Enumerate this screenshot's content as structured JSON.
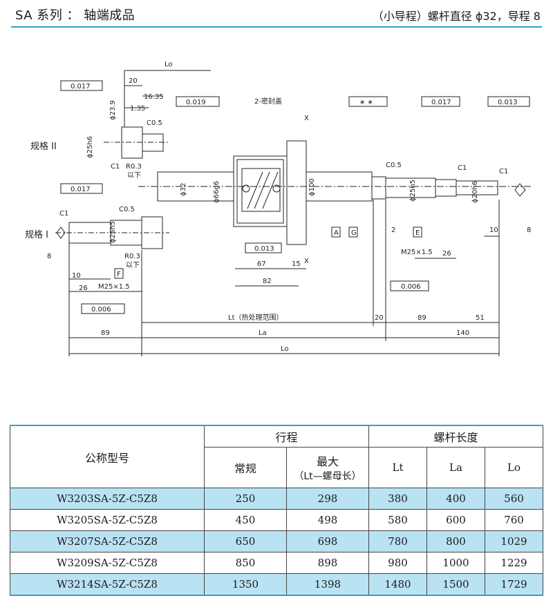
{
  "header": {
    "title": "SA 系列 ： 轴端成品",
    "subtitle": "（小导程）螺杆直径 ϕ32，导程 8",
    "accent_color": "#2aa5cf",
    "row_highlight_color": "#b9e2f3"
  },
  "drawing": {
    "spec2_label": "规格 II",
    "spec1_label": "规格 I",
    "seal_label": "2-密封盖",
    "x_label": "X",
    "tol_box_1": "0.017",
    "tol_box_2": "0.019",
    "tol_box_3": "∗ ∗",
    "tol_box_4": "0.017",
    "tol_box_5": "0.013",
    "tol_box_6": "0.017",
    "tol_box_7": "0.013",
    "tol_box_8": "0.006",
    "tol_box_9": "0.006",
    "datum_a": "A",
    "datum_g": "G",
    "datum_e": "E",
    "datum_f": "F",
    "dim_20": "20",
    "dim_1635": "16.35",
    "dim_135": "1.35",
    "dim_phi239": "ϕ23.9",
    "dim_phi25h6": "ϕ25h6",
    "dim_phi25h5": "ϕ25h5",
    "dim_phi32": "ϕ32",
    "dim_phi66g6": "ϕ66g6",
    "dim_phi100": "ϕ100",
    "dim_phi20h6": "ϕ20h6",
    "dim_c05": "C0.5",
    "dim_c1": "C1",
    "dim_r03": "R0.3",
    "dim_below": "以下",
    "dim_m25": "M25×1.5",
    "dim_10": "10",
    "dim_26": "26",
    "dim_8": "8",
    "dim_67": "67",
    "dim_15": "15",
    "dim_82": "82",
    "dim_2": "2",
    "dim_89": "89",
    "dim_51": "51",
    "dim_140": "140",
    "dim_lt": "Lt（热处理范围）",
    "dim_la": "La",
    "dim_lo": "Lo"
  },
  "table": {
    "col_model": "公称型号",
    "col_stroke": "行程",
    "col_normal": "常规",
    "col_max": "最大",
    "col_max_sub": "（Lt—螺母长）",
    "col_length": "螺杆长度",
    "col_lt": "Lt",
    "col_la": "La",
    "col_lo": "Lo",
    "rows": [
      {
        "model": "W3203SA-5Z-C5Z8",
        "normal": "250",
        "max": "298",
        "lt": "380",
        "la": "400",
        "lo": "560"
      },
      {
        "model": "W3205SA-5Z-C5Z8",
        "normal": "450",
        "max": "498",
        "lt": "580",
        "la": "600",
        "lo": "760"
      },
      {
        "model": "W3207SA-5Z-C5Z8",
        "normal": "650",
        "max": "698",
        "lt": "780",
        "la": "800",
        "lo": "1029"
      },
      {
        "model": "W3209SA-5Z-C5Z8",
        "normal": "850",
        "max": "898",
        "lt": "980",
        "la": "1000",
        "lo": "1229"
      },
      {
        "model": "W3214SA-5Z-C5Z8",
        "normal": "1350",
        "max": "1398",
        "lt": "1480",
        "la": "1500",
        "lo": "1729"
      }
    ]
  }
}
